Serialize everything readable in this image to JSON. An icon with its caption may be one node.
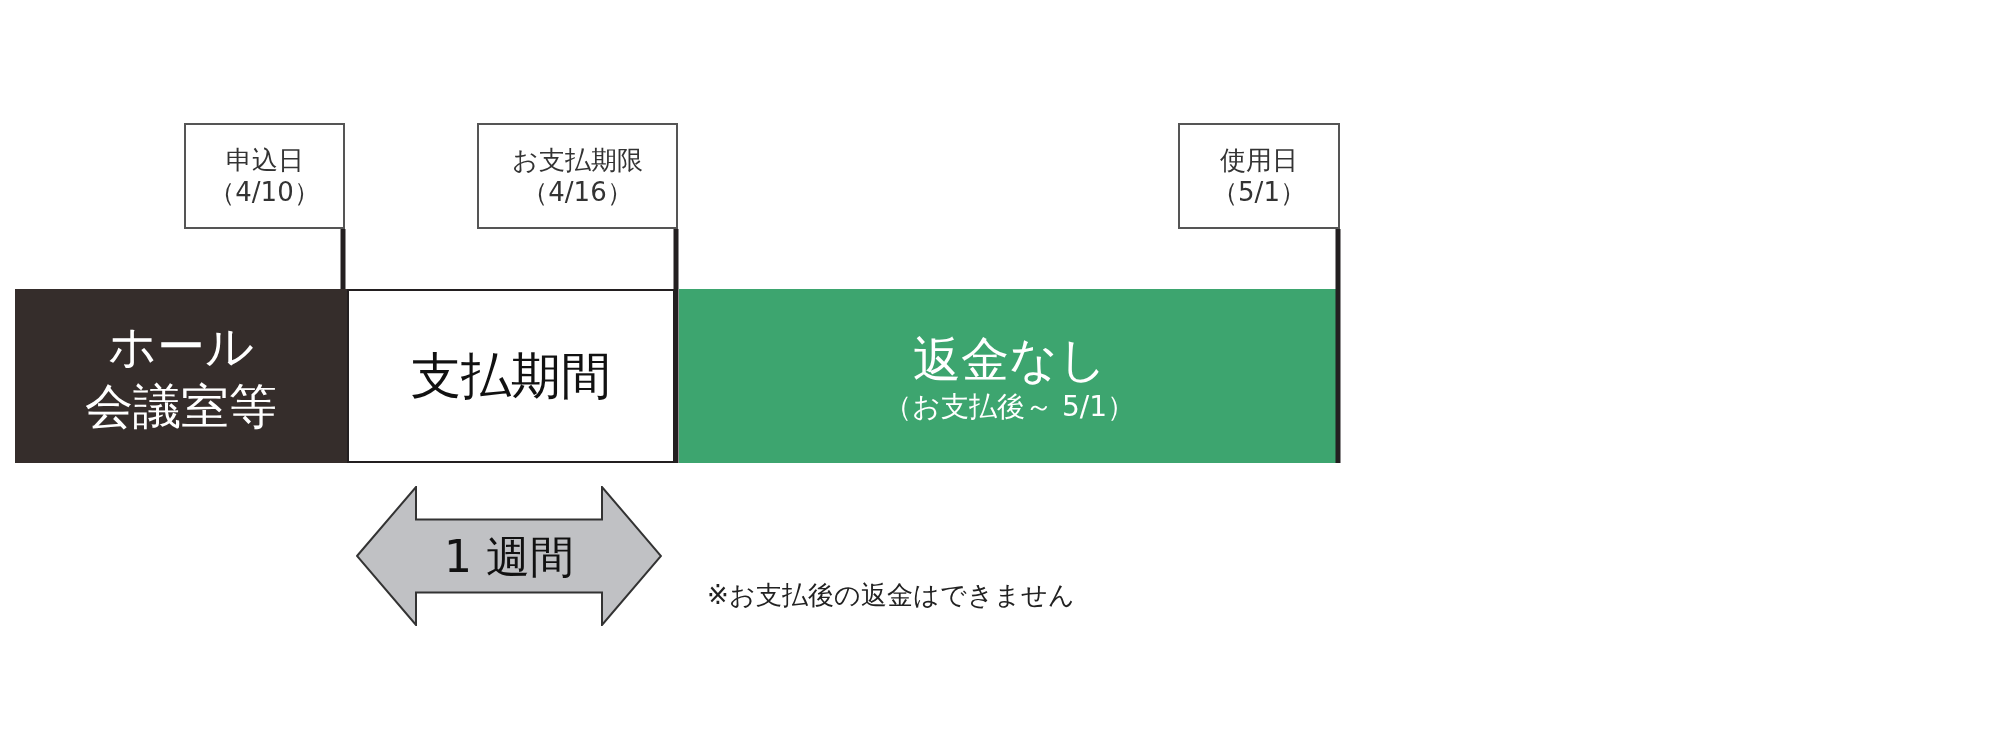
{
  "diagram": {
    "nodes": [
      {
        "text": [
          "申込日",
          "（4/10）"
        ]
      },
      {
        "text": [
          "お支払期限",
          "（4/16）"
        ]
      },
      {
        "text": [
          "使用日",
          "（5/1）"
        ]
      },
      {
        "text": [
          "ホール会議室等"
        ]
      },
      {
        "text": [
          "支払期間"
        ]
      },
      {
        "text": [
          "返金なし",
          "（お支払後～ 5/1）"
        ]
      },
      {
        "text": [
          "1 週間"
        ]
      }
    ],
    "edges": [
      {
        "from": 0,
        "to": 4,
        "arrow": "none"
      },
      {
        "from": 1,
        "to": 4,
        "arrow": "none"
      },
      {
        "from": 2,
        "to": 5,
        "arrow": "none"
      }
    ],
    "labels": [
      "※お支払後の返金はできません"
    ]
  }
}
